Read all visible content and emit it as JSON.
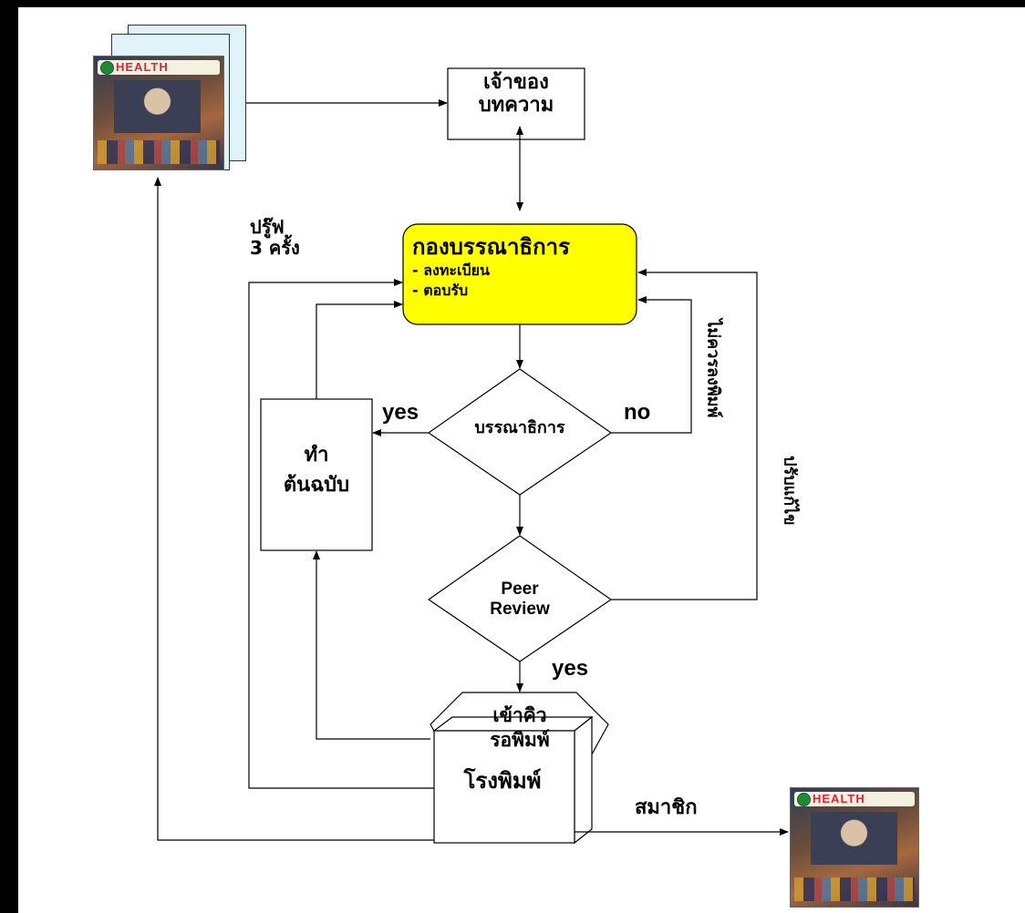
{
  "magazine": {
    "cover_title": "HEALTH"
  },
  "nodes": {
    "owner": "เจ้าของ\nบทความ",
    "editorial": {
      "title": "กองบรรณาธิการ",
      "line1": "- ลงทะเบียน",
      "line2": "- ตอบรับ"
    },
    "editor_decision": "บรรณาธิการ",
    "manuscript": "ทำ\nต้นฉบับ",
    "peer_review": "Peer\nReview",
    "queue": "เข้าคิว\nรอพิมพ์",
    "printer": "โรงพิมพ์"
  },
  "labels": {
    "proof": "ปรู๊ฟ\n3 ครั้ง",
    "yes_left": "yes",
    "no_right": "no",
    "yes_bottom": "yes",
    "not_publish": "ไม่ควรลงพิมพ์",
    "revise": "ปรับแก้ไข",
    "members": "สมาชิก"
  },
  "colors": {
    "editorial_fill": "#ffff00",
    "stroke": "#000000"
  }
}
